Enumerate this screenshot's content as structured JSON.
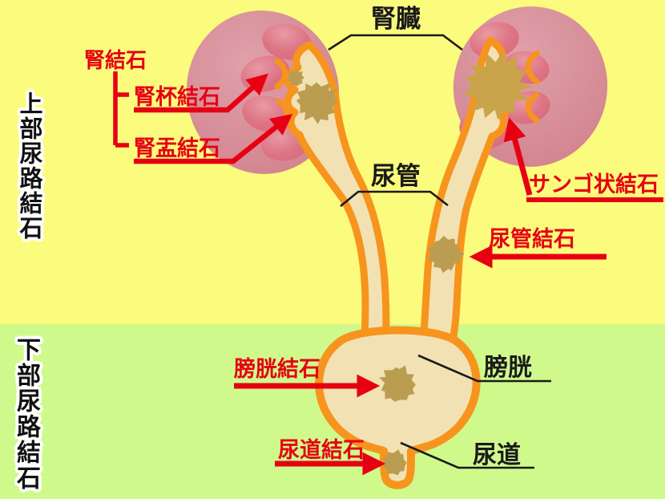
{
  "sections": {
    "upper": {
      "label": "上部尿路結石",
      "background": "#fbfb7d"
    },
    "lower": {
      "label": "下部尿路結石",
      "background": "#d0f98c"
    }
  },
  "anatomy_labels": {
    "kidney": "腎臓",
    "ureter": "尿管",
    "bladder": "膀胱",
    "urethra": "尿道"
  },
  "stone_labels": {
    "kidney_stone": "腎結石",
    "calyx_stone": "腎杯結石",
    "pelvis_stone": "腎盂結石",
    "staghorn_stone": "サンゴ状結石",
    "ureter_stone": "尿管結石",
    "bladder_stone": "膀胱結石",
    "urethra_stone": "尿道結石"
  },
  "colors": {
    "accent_red": "#e60012",
    "tract_orange": "#f7941d",
    "tract_cream": "#f2e2b3",
    "kidney_pink": "#d8919b",
    "papilla_pink": "#dd7484",
    "stone_tan": "#bb9d52",
    "staghorn_tan": "#c9a44b",
    "label_black": "#1a1a1a"
  }
}
